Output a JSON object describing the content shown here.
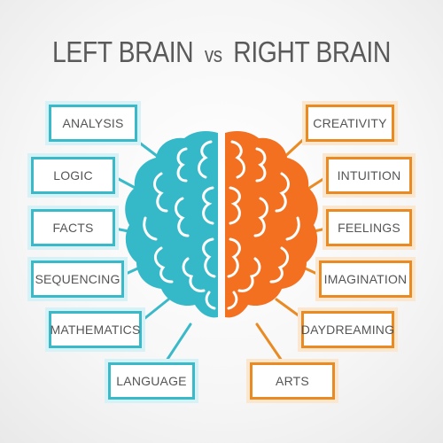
{
  "title": {
    "left": "LEFT BRAIN",
    "vs": "vs",
    "right": "RIGHT BRAIN"
  },
  "colors": {
    "left_brain": "#35b9c8",
    "right_brain": "#f2701f",
    "left_frame": "#3ab9c9",
    "right_frame": "#e98a22"
  },
  "left_traits": [
    "ANALYSIS",
    "LOGIC",
    "FACTS",
    "SEQUENCING",
    "MATHEMATICS",
    "LANGUAGE"
  ],
  "right_traits": [
    "CREATIVITY",
    "INTUITION",
    "FEELINGS",
    "IMAGINATION",
    "DAYDREAMING",
    "ARTS"
  ]
}
